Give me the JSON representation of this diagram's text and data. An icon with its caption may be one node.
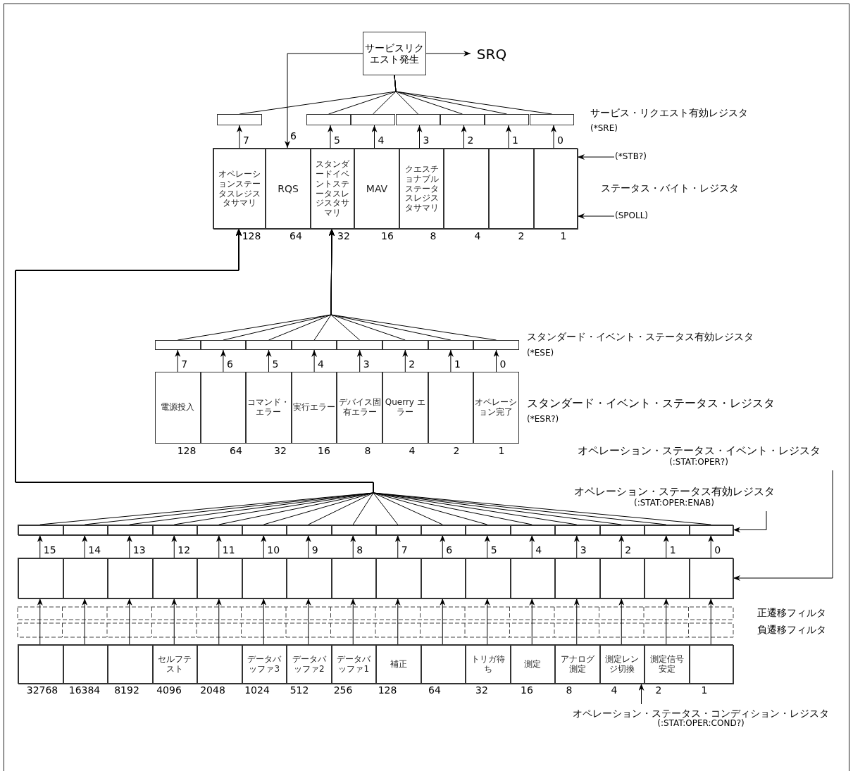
{
  "diagram": {
    "nodes": [
      {
        "text": [
          "サービスリクエスト発生"
        ]
      },
      {
        "text": [
          "SRQ"
        ]
      },
      {
        "text": [],
        "shape": "box"
      },
      {
        "text": [],
        "shape": "box"
      },
      {
        "text": [],
        "shape": "box"
      },
      {
        "text": [],
        "shape": "box"
      },
      {
        "text": [],
        "shape": "box"
      },
      {
        "text": [],
        "shape": "box"
      },
      {
        "text": [],
        "shape": "box"
      },
      {
        "text": [
          "(*STB?)"
        ]
      },
      {
        "text": [],
        "shape": "box",
        "beside": [
          "ステータス・バイト・レジスタ"
        ]
      },
      {
        "text": [
          "オペレーションステータスレジスタサマリ"
        ],
        "in": 10
      },
      {
        "text": [
          "RQS"
        ],
        "in": 10
      },
      {
        "text": [
          "スタンダードイベントステータスレジスタサマリ"
        ],
        "in": 10
      },
      {
        "text": [
          "MAV"
        ],
        "in": 10
      },
      {
        "text": [
          "クエスチョナブルステータスレジスタサマリ"
        ],
        "in": 10
      },
      {
        "text": [],
        "shape": "box",
        "in": 10
      },
      {
        "text": [],
        "shape": "box",
        "in": 10
      },
      {
        "text": [],
        "shape": "box",
        "in": 10
      },
      {
        "text": [
          "(SPOLL)"
        ]
      },
      {
        "text": [],
        "shape": "box"
      },
      {
        "text": [],
        "shape": "box"
      },
      {
        "text": [],
        "shape": "box"
      },
      {
        "text": [],
        "shape": "box"
      },
      {
        "text": [],
        "shape": "box"
      },
      {
        "text": [],
        "shape": "box"
      },
      {
        "text": [],
        "shape": "box"
      },
      {
        "text": [],
        "shape": "box"
      },
      {
        "text": [
          "電源投入"
        ]
      },
      {
        "text": [],
        "shape": "box"
      },
      {
        "text": [
          "コマンド・エラー"
        ]
      },
      {
        "text": [
          "実行エラー"
        ]
      },
      {
        "text": [
          "デバイス固有エラー"
        ]
      },
      {
        "text": [
          "Querry エラー"
        ]
      },
      {
        "text": [],
        "shape": "box"
      },
      {
        "text": [
          "オペレーション完了"
        ]
      },
      {
        "text": [
          "オペレーション・ステータス・イベント・レジスタ",
          "(:STAT:OPER?)"
        ]
      },
      {
        "text": [
          "オペレーション・ステータス有効レジスタ",
          "(:STAT:OPER:ENAB)"
        ]
      },
      {
        "text": [],
        "shape": "box"
      },
      {
        "text": [],
        "shape": "box",
        "in": 38
      },
      {
        "text": [],
        "shape": "box",
        "in": 38
      },
      {
        "text": [],
        "shape": "box",
        "in": 38
      },
      {
        "text": [],
        "shape": "box",
        "in": 38
      },
      {
        "text": [],
        "shape": "box",
        "in": 38
      },
      {
        "text": [],
        "shape": "box",
        "in": 38
      },
      {
        "text": [],
        "shape": "box",
        "in": 38
      },
      {
        "text": [],
        "shape": "box",
        "in": 38
      },
      {
        "text": [],
        "shape": "box",
        "in": 38
      },
      {
        "text": [],
        "shape": "box",
        "in": 38
      },
      {
        "text": [],
        "shape": "box",
        "in": 38
      },
      {
        "text": [],
        "shape": "box",
        "in": 38
      },
      {
        "text": [],
        "shape": "box",
        "in": 38
      },
      {
        "text": [],
        "shape": "box",
        "in": 38
      },
      {
        "text": [],
        "shape": "box",
        "in": 38
      },
      {
        "text": [],
        "shape": "box",
        "in": 38
      },
      {
        "text": [],
        "shape": "box"
      },
      {
        "text": [],
        "shape": "box",
        "in": 55
      },
      {
        "text": [],
        "shape": "box",
        "in": 55
      },
      {
        "text": [],
        "shape": "box",
        "in": 55
      },
      {
        "text": [],
        "shape": "box",
        "in": 55
      },
      {
        "text": [],
        "shape": "box",
        "in": 55
      },
      {
        "text": [],
        "shape": "box",
        "in": 55
      },
      {
        "text": [],
        "shape": "box",
        "in": 55
      },
      {
        "text": [],
        "shape": "box",
        "in": 55
      },
      {
        "text": [],
        "shape": "box",
        "in": 55
      },
      {
        "text": [],
        "shape": "box",
        "in": 55
      },
      {
        "text": [],
        "shape": "box",
        "in": 55
      },
      {
        "text": [],
        "shape": "box",
        "in": 55
      },
      {
        "text": [],
        "shape": "box",
        "in": 55
      },
      {
        "text": [],
        "shape": "box",
        "in": 55
      },
      {
        "text": [],
        "shape": "box",
        "in": 55
      },
      {
        "text": [],
        "shape": "box",
        "in": 55
      },
      {
        "text": [],
        "shape": "box"
      },
      {
        "text": [],
        "shape": "box",
        "in": 72
      },
      {
        "text": [],
        "shape": "box",
        "in": 72
      },
      {
        "text": [],
        "shape": "box",
        "in": 72
      },
      {
        "text": [
          "セルフテスト"
        ],
        "in": 72
      },
      {
        "text": [],
        "shape": "box",
        "in": 72
      },
      {
        "text": [
          "データバッファ3"
        ],
        "in": 72
      },
      {
        "text": [
          "データバッファ2"
        ],
        "in": 72
      },
      {
        "text": [
          "データバッファ1"
        ],
        "in": 72
      },
      {
        "text": [
          "補正"
        ],
        "in": 72
      },
      {
        "text": [],
        "shape": "box",
        "in": 72
      },
      {
        "text": [
          "トリガ待ち"
        ],
        "in": 72
      },
      {
        "text": [
          "測定"
        ],
        "in": 72
      },
      {
        "text": [
          "アナログ測定"
        ],
        "in": 72
      },
      {
        "text": [
          "測定レンジ切換"
        ],
        "in": 72
      },
      {
        "text": [
          "測定信号安定"
        ],
        "in": 72
      },
      {
        "text": [],
        "shape": "box",
        "in": 72
      },
      {
        "text": [
          "オペレーション・ステータス・コンディション・レジスタ",
          "(:STAT:OPER:COND?)"
        ]
      }
    ],
    "edges": [
      {
        "from": 0,
        "to": 1,
        "arrow": "to"
      },
      {
        "from": 0,
        "to": 12,
        "arrow": "to"
      },
      {
        "from": 2,
        "to": 0,
        "arrow": "none"
      },
      {
        "from": 3,
        "to": 0,
        "arrow": "none"
      },
      {
        "from": 4,
        "to": 0,
        "arrow": "none"
      },
      {
        "from": 5,
        "to": 0,
        "arrow": "none"
      },
      {
        "from": 6,
        "to": 0,
        "arrow": "none"
      },
      {
        "from": 7,
        "to": 0,
        "arrow": "none"
      },
      {
        "from": 8,
        "to": 0,
        "arrow": "none"
      },
      {
        "from": 11,
        "to": 2,
        "arrow": "to",
        "label": "7"
      },
      {
        "from": 13,
        "to": 3,
        "arrow": "to",
        "label": "5"
      },
      {
        "from": 14,
        "to": 4,
        "arrow": "to",
        "label": "4"
      },
      {
        "from": 15,
        "to": 5,
        "arrow": "to",
        "label": "3"
      },
      {
        "from": 16,
        "to": 6,
        "arrow": "to",
        "label": "2"
      },
      {
        "from": 17,
        "to": 7,
        "arrow": "to",
        "label": "1"
      },
      {
        "from": 18,
        "to": 8,
        "arrow": "to",
        "label": "0"
      },
      {
        "from": 9,
        "to": 10,
        "arrow": "to"
      },
      {
        "from": 19,
        "to": 10,
        "arrow": "to"
      },
      {
        "from": 20,
        "to": 13,
        "arrow": "to"
      },
      {
        "from": 21,
        "to": 13,
        "arrow": "to"
      },
      {
        "from": 22,
        "to": 13,
        "arrow": "to"
      },
      {
        "from": 23,
        "to": 13,
        "arrow": "to"
      },
      {
        "from": 24,
        "to": 13,
        "arrow": "to"
      },
      {
        "from": 25,
        "to": 13,
        "arrow": "to"
      },
      {
        "from": 26,
        "to": 13,
        "arrow": "to"
      },
      {
        "from": 27,
        "to": 13,
        "arrow": "to"
      },
      {
        "from": 28,
        "to": 20,
        "arrow": "to",
        "label": "7"
      },
      {
        "from": 29,
        "to": 21,
        "arrow": "to",
        "label": "6"
      },
      {
        "from": 30,
        "to": 22,
        "arrow": "to",
        "label": "5"
      },
      {
        "from": 31,
        "to": 23,
        "arrow": "to",
        "label": "4"
      },
      {
        "from": 32,
        "to": 24,
        "arrow": "to",
        "label": "3"
      },
      {
        "from": 33,
        "to": 25,
        "arrow": "to",
        "label": "2"
      },
      {
        "from": 34,
        "to": 26,
        "arrow": "to",
        "label": "1"
      },
      {
        "from": 35,
        "to": 27,
        "arrow": "to",
        "label": "0"
      },
      {
        "from": 36,
        "to": 55,
        "arrow": "to"
      },
      {
        "from": 37,
        "to": 38,
        "arrow": "to"
      },
      {
        "from": 39,
        "to": 11,
        "arrow": "to"
      },
      {
        "from": 40,
        "to": 11,
        "arrow": "to"
      },
      {
        "from": 41,
        "to": 11,
        "arrow": "to"
      },
      {
        "from": 42,
        "to": 11,
        "arrow": "to"
      },
      {
        "from": 43,
        "to": 11,
        "arrow": "to"
      },
      {
        "from": 44,
        "to": 11,
        "arrow": "to"
      },
      {
        "from": 45,
        "to": 11,
        "arrow": "to"
      },
      {
        "from": 46,
        "to": 11,
        "arrow": "to"
      },
      {
        "from": 47,
        "to": 11,
        "arrow": "to"
      },
      {
        "from": 48,
        "to": 11,
        "arrow": "to"
      },
      {
        "from": 49,
        "to": 11,
        "arrow": "to"
      },
      {
        "from": 50,
        "to": 11,
        "arrow": "to"
      },
      {
        "from": 51,
        "to": 11,
        "arrow": "to"
      },
      {
        "from": 52,
        "to": 11,
        "arrow": "to"
      },
      {
        "from": 53,
        "to": 11,
        "arrow": "to"
      },
      {
        "from": 54,
        "to": 11,
        "arrow": "to"
      },
      {
        "from": 56,
        "to": 39,
        "arrow": "to",
        "label": "15"
      },
      {
        "from": 57,
        "to": 40,
        "arrow": "to",
        "label": "14"
      },
      {
        "from": 58,
        "to": 41,
        "arrow": "to",
        "label": "13"
      },
      {
        "from": 59,
        "to": 42,
        "arrow": "to",
        "label": "12"
      },
      {
        "from": 60,
        "to": 43,
        "arrow": "to",
        "label": "11"
      },
      {
        "from": 61,
        "to": 44,
        "arrow": "to",
        "label": "10"
      },
      {
        "from": 62,
        "to": 45,
        "arrow": "to",
        "label": "9"
      },
      {
        "from": 63,
        "to": 46,
        "arrow": "to",
        "label": "8"
      },
      {
        "from": 64,
        "to": 47,
        "arrow": "to",
        "label": "7"
      },
      {
        "from": 65,
        "to": 48,
        "arrow": "to",
        "label": "6"
      },
      {
        "from": 66,
        "to": 49,
        "arrow": "to",
        "label": "5"
      },
      {
        "from": 67,
        "to": 50,
        "arrow": "to",
        "label": "4"
      },
      {
        "from": 68,
        "to": 51,
        "arrow": "to",
        "label": "3"
      },
      {
        "from": 69,
        "to": 52,
        "arrow": "to",
        "label": "2"
      },
      {
        "from": 70,
        "to": 53,
        "arrow": "to",
        "label": "1"
      },
      {
        "from": 71,
        "to": 54,
        "arrow": "to",
        "label": "0"
      },
      {
        "from": 73,
        "to": 56,
        "arrow": "to"
      },
      {
        "from": 74,
        "to": 57,
        "arrow": "to"
      },
      {
        "from": 75,
        "to": 58,
        "arrow": "to"
      },
      {
        "from": 76,
        "to": 59,
        "arrow": "to"
      },
      {
        "from": 77,
        "to": 60,
        "arrow": "to"
      },
      {
        "from": 78,
        "to": 61,
        "arrow": "to"
      },
      {
        "from": 79,
        "to": 62,
        "arrow": "to"
      },
      {
        "from": 80,
        "to": 63,
        "arrow": "to"
      },
      {
        "from": 81,
        "to": 64,
        "arrow": "to"
      },
      {
        "from": 82,
        "to": 65,
        "arrow": "to"
      },
      {
        "from": 83,
        "to": 66,
        "arrow": "to"
      },
      {
        "from": 84,
        "to": 67,
        "arrow": "to"
      },
      {
        "from": 85,
        "to": 68,
        "arrow": "to"
      },
      {
        "from": 86,
        "to": 69,
        "arrow": "to"
      },
      {
        "from": 87,
        "to": 70,
        "arrow": "to"
      },
      {
        "from": 88,
        "to": 71,
        "arrow": "to"
      },
      {
        "from": 89,
        "to": 72,
        "arrow": "to"
      }
    ],
    "labels": [
      "サービス・リクエスト有効レジスタ",
      "(*SRE)",
      "6",
      "128",
      "64",
      "32",
      "16",
      "8",
      "4",
      "2",
      "1",
      "スタンダード・イベント・ステータス有効レジスタ",
      "(*ESE)",
      "スタンダード・イベント・ステータス・レジスタ",
      "(*ESR?)",
      "128",
      "64",
      "32",
      "16",
      "8",
      "4",
      "2",
      "1",
      "正遷移フィルタ",
      "負遷移フィルタ",
      "32768",
      "16384",
      "8192",
      "4096",
      "2048",
      "1024",
      "512",
      "256",
      "128",
      "64",
      "32",
      "16",
      "8",
      "4",
      "2",
      "1"
    ]
  }
}
